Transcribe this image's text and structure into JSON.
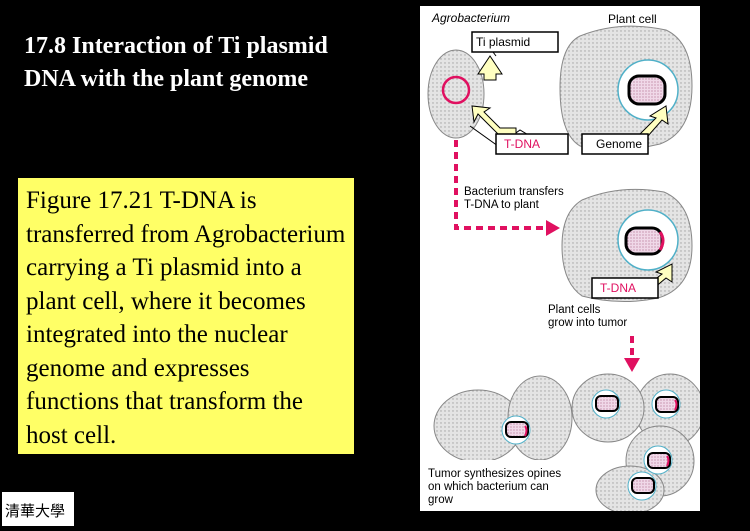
{
  "slide": {
    "title_line1": "17.8 Interaction of Ti plasmid",
    "title_line2": "DNA with the plant genome",
    "caption": "Figure 17.21 T-DNA is transferred from Agrobacterium carrying a Ti plasmid into a plant cell, where it becomes integrated into the nuclear genome and expresses functions that transform the host cell.",
    "logo_text": "清華大學"
  },
  "figure": {
    "label_agrobacterium": "Agrobacterium",
    "label_plant_cell": "Plant cell",
    "label_ti_plasmid": "Ti plasmid",
    "label_tdna_top": "T-DNA",
    "label_genome": "Genome",
    "label_transfer": "Bacterium transfers\nT-DNA to plant",
    "label_tdna_mid": "T-DNA",
    "label_tumor_grow": "Plant cells\ngrow into tumor",
    "label_opines": "Tumor synthesizes opines\non which bacterium can\ngrow",
    "colors": {
      "accent_red": "#e01060",
      "arrow_fill": "#ffffc0",
      "cell_fill": "#d8d8d8",
      "nucleus_outline": "#50b0c8"
    }
  }
}
